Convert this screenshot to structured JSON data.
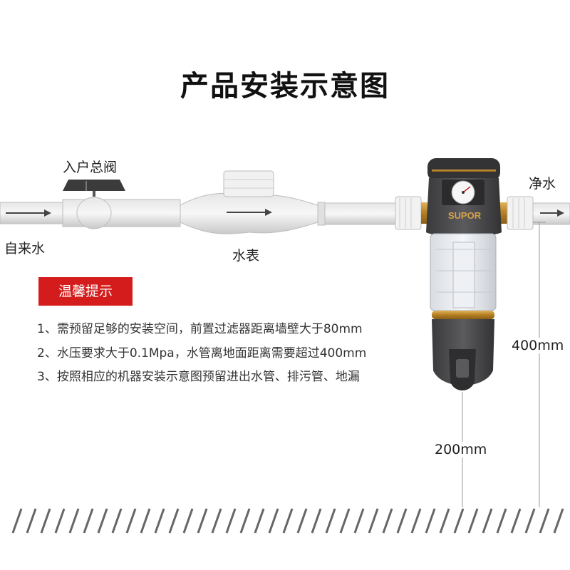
{
  "title": "产品安装示意图",
  "labels": {
    "main_valve": "入户总阀",
    "tap_water": "自来水",
    "water_meter": "水表",
    "clean_water": "净水",
    "height_400": "400mm",
    "height_200": "200mm"
  },
  "device": {
    "brand": "SUPOR"
  },
  "tips": {
    "badge": "温馨提示",
    "items": [
      "1、需预留足够的安装空间，前置过滤器距离墙壁大于80mm",
      "2、水压要求大于0.1Mpa，水管离地面距离需要超过400mm",
      "3、按照相应的机器安装示意图预留进出水管、排污管、地漏"
    ]
  },
  "colors": {
    "accent_red": "#d51c1c",
    "device_body": "#4a4a4c",
    "brass": "#c8922e"
  }
}
